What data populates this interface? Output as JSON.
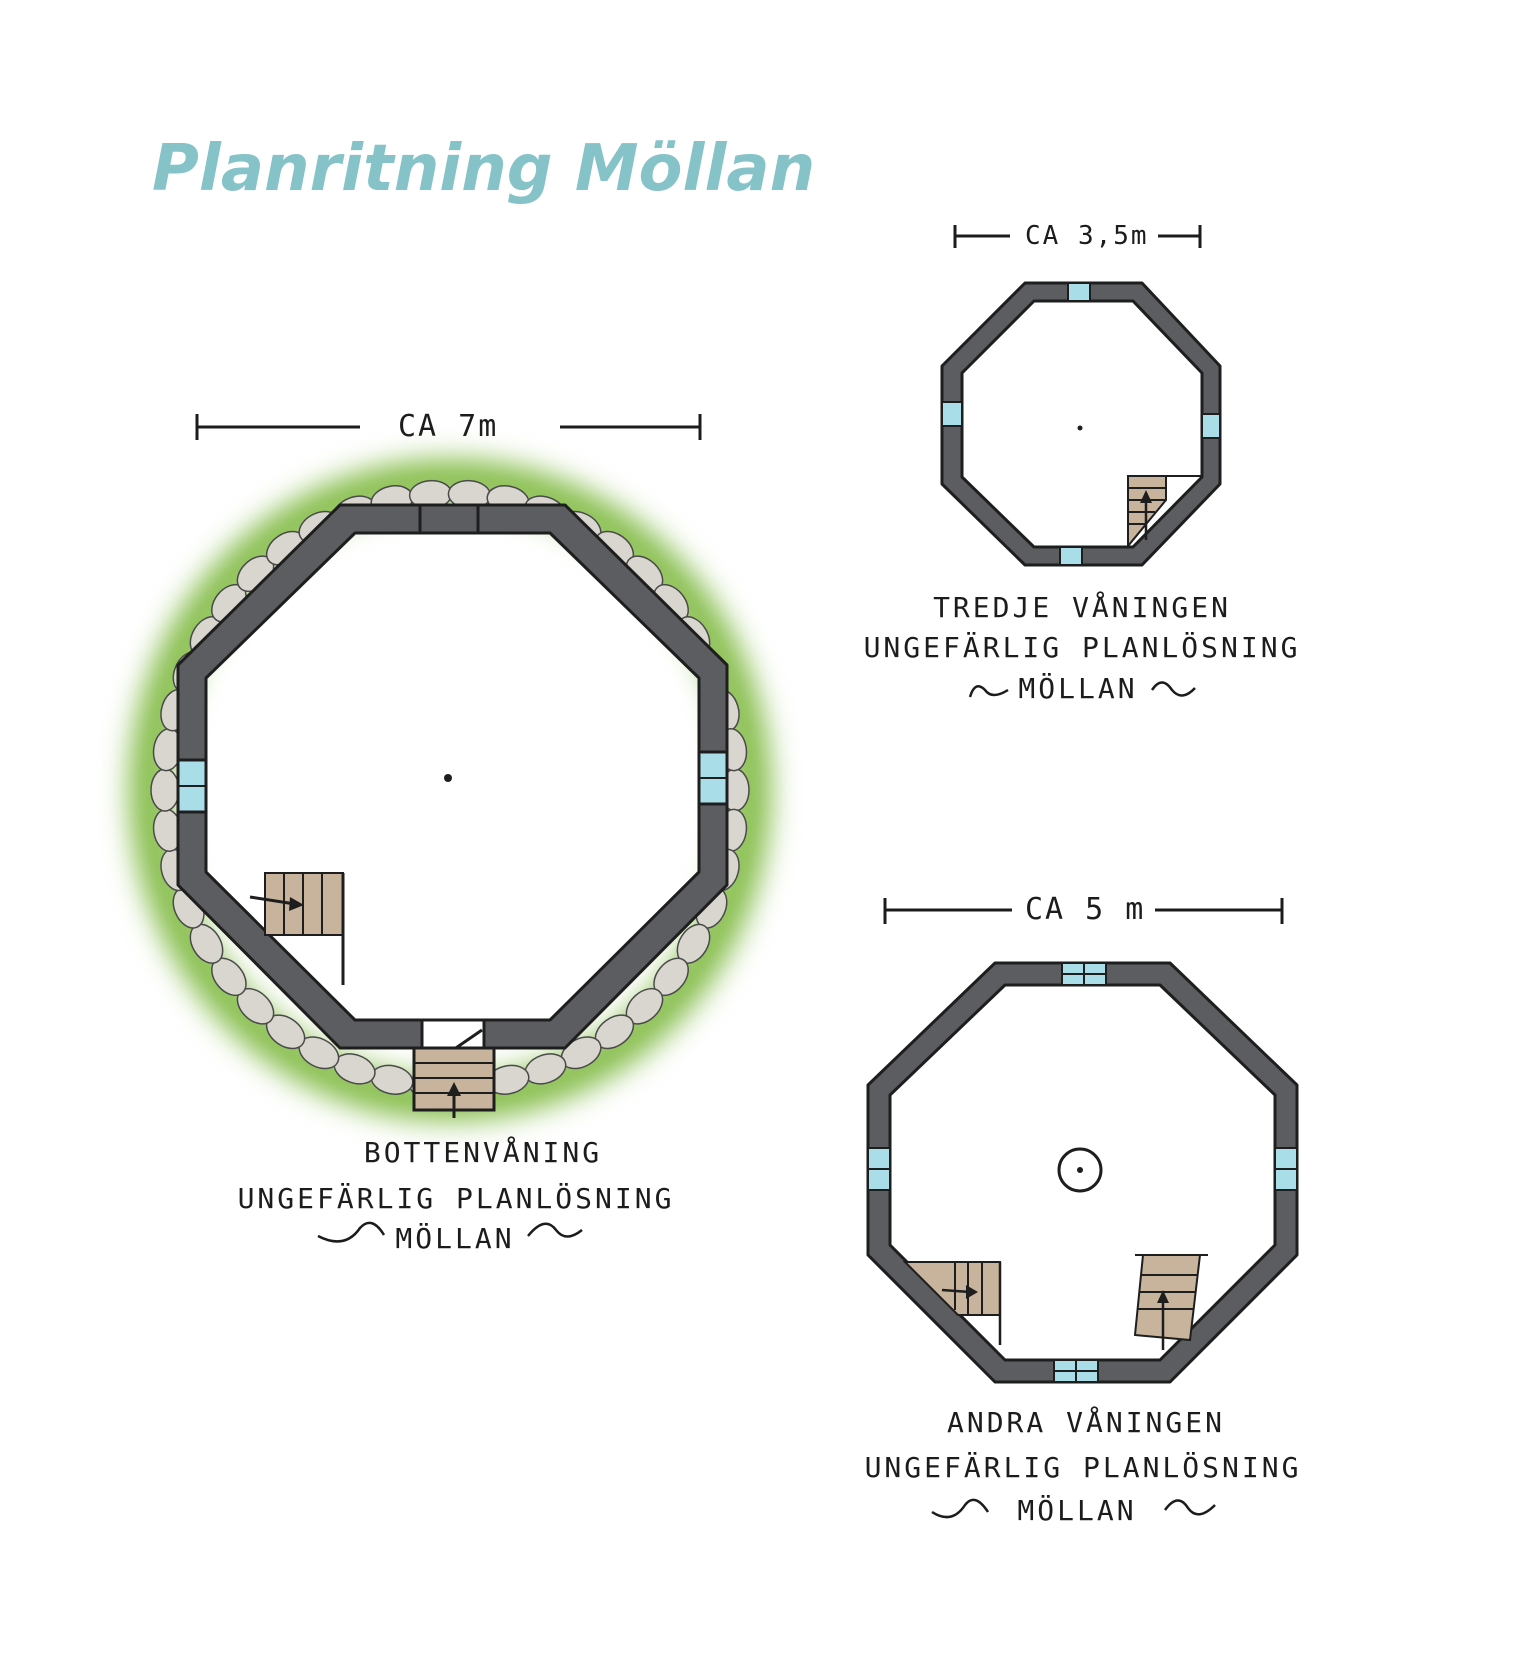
{
  "title": "Planritning Möllan",
  "colors": {
    "title": "#86c3c9",
    "wall": "#5c5d60",
    "wall_outline": "#1e1e1e",
    "window": "#a9dde8",
    "stairs": "#c8b49c",
    "grass": "#86bd4c",
    "stones": "#d9d6cf",
    "ink": "#1c1c1c"
  },
  "plans": {
    "ground": {
      "dimension": "CA 7m",
      "caption_line1": "BOTTENVÅNING",
      "caption_line2": "UNGEFÄRLIG PLANLÖSNING",
      "caption_line3": "MÖLLAN"
    },
    "third": {
      "dimension": "CA 3,5m",
      "caption_line1": "TREDJE VÅNINGEN",
      "caption_line2": "UNGEFÄRLIG PLANLÖSNING",
      "caption_line3": "MÖLLAN"
    },
    "second": {
      "dimension": "CA 5 m",
      "caption_line1": "ANDRA VÅNINGEN",
      "caption_line2": "UNGEFÄRLIG PLANLÖSNING",
      "caption_line3": "MÖLLAN"
    }
  }
}
